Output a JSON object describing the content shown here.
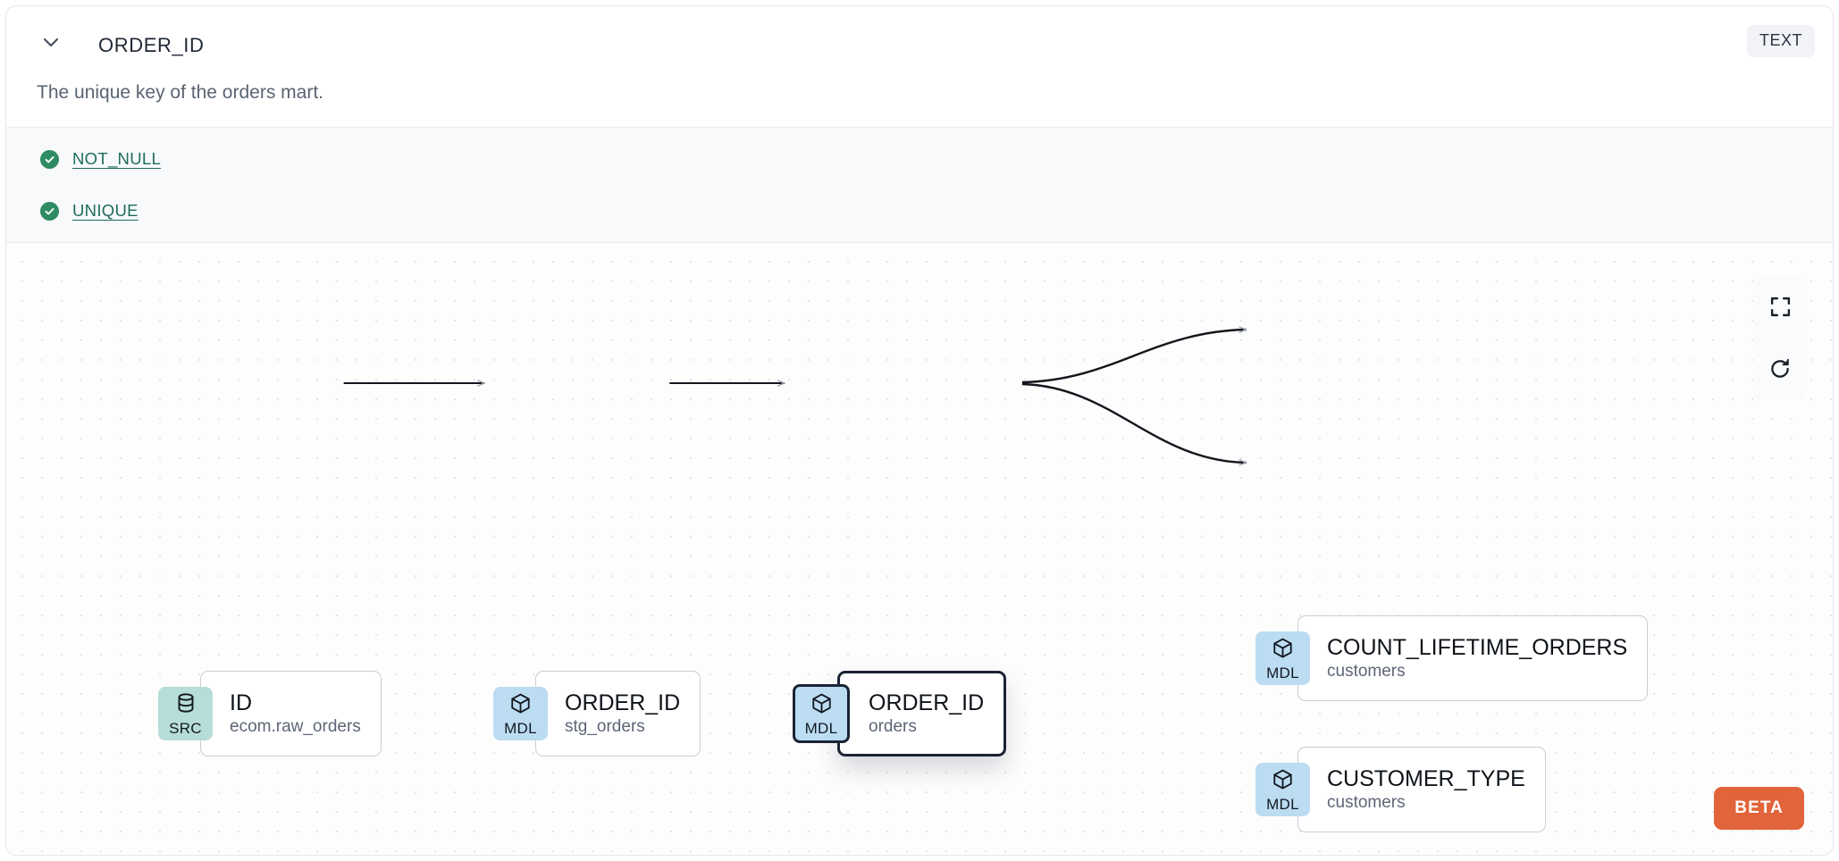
{
  "header": {
    "chevron_icon": "chevron-down-icon",
    "column_name": "ORDER_ID",
    "type_badge": "TEXT"
  },
  "description": "The unique key of the orders mart.",
  "tests": [
    {
      "icon": "check-circle-icon",
      "label": "NOT_NULL",
      "status": "passing"
    },
    {
      "icon": "check-circle-icon",
      "label": "UNIQUE",
      "status": "passing"
    }
  ],
  "lineage": {
    "nodes": [
      {
        "id": "src",
        "badge": "SRC",
        "badge_icon": "database-icon",
        "name": "ID",
        "resource": "ecom.raw_orders",
        "selected": false
      },
      {
        "id": "stg",
        "badge": "MDL",
        "badge_icon": "cube-icon",
        "name": "ORDER_ID",
        "resource": "stg_orders",
        "selected": false
      },
      {
        "id": "orders",
        "badge": "MDL",
        "badge_icon": "cube-icon",
        "name": "ORDER_ID",
        "resource": "orders",
        "selected": true
      },
      {
        "id": "count",
        "badge": "MDL",
        "badge_icon": "cube-icon",
        "name": "COUNT_LIFETIME_ORDERS",
        "resource": "customers",
        "selected": false
      },
      {
        "id": "custtype",
        "badge": "MDL",
        "badge_icon": "cube-icon",
        "name": "CUSTOMER_TYPE",
        "resource": "customers",
        "selected": false
      }
    ],
    "edges": [
      {
        "from": "src",
        "to": "stg",
        "style": "straight"
      },
      {
        "from": "stg",
        "to": "orders",
        "style": "straight"
      },
      {
        "from": "orders",
        "to": "count",
        "style": "curved"
      },
      {
        "from": "orders",
        "to": "custtype",
        "style": "curved"
      }
    ],
    "toolbar": [
      {
        "icon": "fullscreen-icon",
        "name": "fit-view-button"
      },
      {
        "icon": "refresh-icon",
        "name": "refresh-button"
      }
    ],
    "beta_label": "BETA"
  },
  "colors": {
    "src_badge": "#B7DDD8",
    "mdl_badge": "#BCDCF2",
    "test_pass": "#2E8B62",
    "test_link": "#1F6B5E",
    "beta": "#E2643A",
    "selected_border": "#1B2334"
  }
}
